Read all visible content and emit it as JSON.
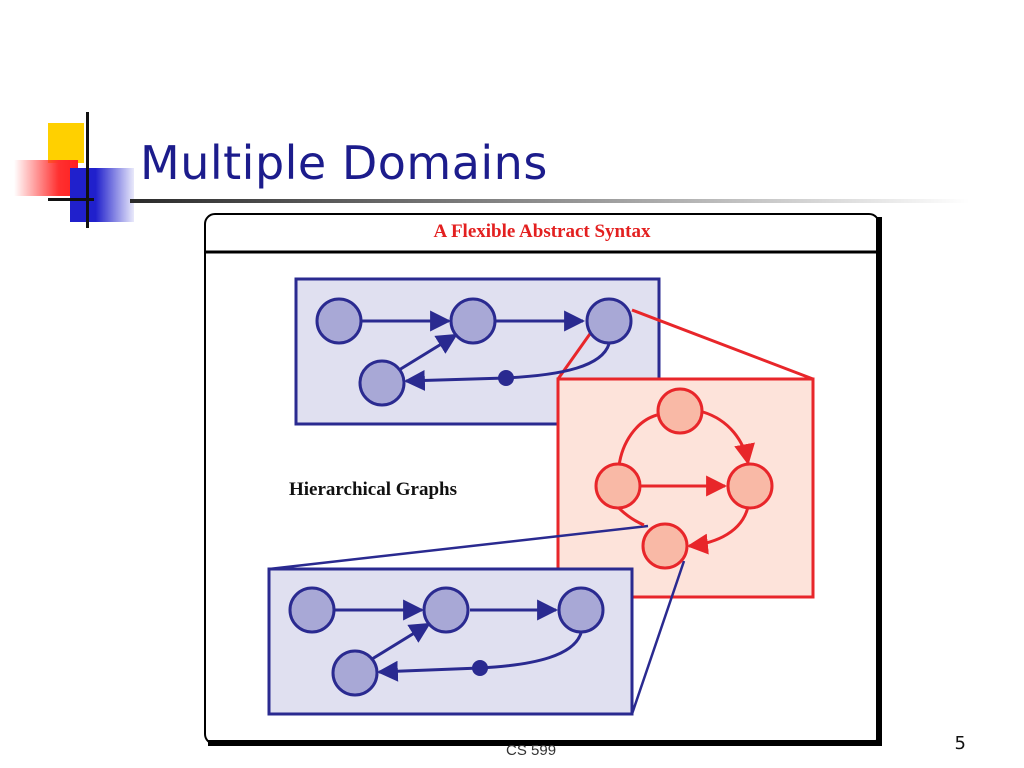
{
  "slide": {
    "title": "Multiple Domains",
    "footer": "CS 599",
    "page_number": "5"
  },
  "figure": {
    "header": "A Flexible Abstract Syntax",
    "caption": "Hierarchical Graphs"
  },
  "colors": {
    "title": "#1c1c8c",
    "figure_header": "#e32020",
    "blue_box_fill": "#e0e0f0",
    "blue_stroke": "#2a2a90",
    "blue_node": "#a8a8d6",
    "red_box_fill": "#fde3da",
    "red_stroke": "#e8262a",
    "red_node": "#f9b9a6"
  }
}
